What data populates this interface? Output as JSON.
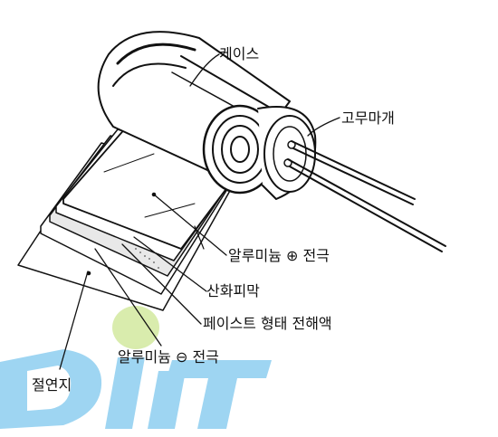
{
  "diagram": {
    "labels": {
      "case": "케이스",
      "rubber_stopper": "고무마개",
      "aluminum_positive": "알루미늄 ⊕ 전극",
      "oxide_film": "산화피막",
      "paste_electrolyte": "페이스트 형태 전해액",
      "aluminum_negative": "알루미늄 ⊖ 전극",
      "insulating_paper": "절연지"
    }
  },
  "colors": {
    "line": "#111111",
    "watermark_blue": "#4fb3e8",
    "watermark_green": "#b9dc6a"
  }
}
